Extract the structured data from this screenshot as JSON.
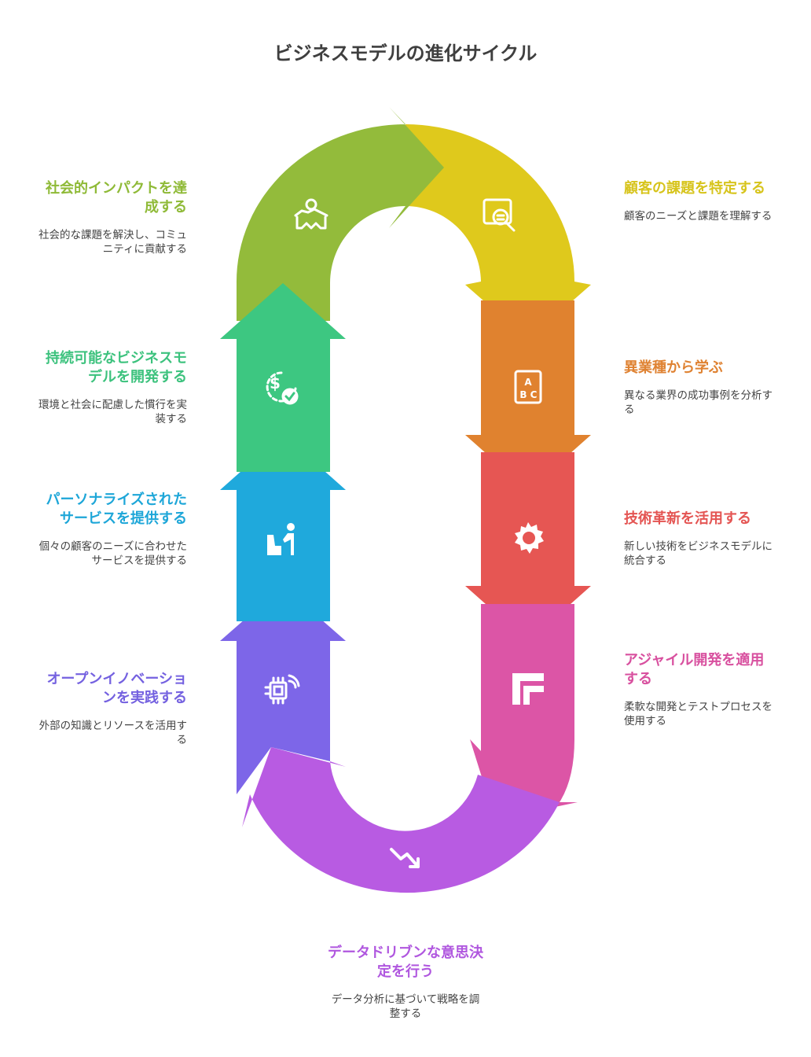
{
  "title": "ビジネスモデルの進化サイクル",
  "colors": {
    "green": "#93bb3b",
    "yellow": "#dfc91c",
    "orange": "#e0822f",
    "red": "#e65653",
    "pink": "#dc55a6",
    "purple": "#b85be2",
    "violet": "#7d66e8",
    "blue": "#1fa9dc",
    "teal": "#3dc781"
  },
  "steps": [
    {
      "id": "social",
      "title": "社会的インパクトを達成する",
      "desc": "社会的な課題を解決し、コミュニティに貢献する",
      "icon": "handshake-icon",
      "color": "#8fba37"
    },
    {
      "id": "customer",
      "title": "顧客の課題を特定する",
      "desc": "顧客のニーズと課題を理解する",
      "icon": "magnifier-icon",
      "color": "#d7c41c"
    },
    {
      "id": "industry",
      "title": "異業種から学ぶ",
      "desc": "異なる業界の成功事例を分析する",
      "icon": "abc-book-icon",
      "color": "#df8232"
    },
    {
      "id": "tech",
      "title": "技術革新を活用する",
      "desc": "新しい技術をビジネスモデルに統合する",
      "icon": "gear-icon",
      "color": "#e45553"
    },
    {
      "id": "agile",
      "title": "アジャイル開発を適用する",
      "desc": "柔軟な開発とテストプロセスを使用する",
      "icon": "blocks-icon",
      "color": "#d8509f"
    },
    {
      "id": "data",
      "title": "データドリブンな意思決定を行う",
      "desc": "データ分析に基づいて戦略を調整する",
      "icon": "trend-down-icon",
      "color": "#b057df"
    },
    {
      "id": "open",
      "title": "オープンイノベーションを実践する",
      "desc": "外部の知識とリソースを活用する",
      "icon": "chip-icon",
      "color": "#7461e0"
    },
    {
      "id": "personal",
      "title": "パーソナライズされたサービスを提供する",
      "desc": "個々の顧客のニーズに合わせたサービスを提供する",
      "icon": "person-seat-icon",
      "color": "#1da6d8"
    },
    {
      "id": "sustainable",
      "title": "持続可能なビジネスモデルを開発する",
      "desc": "環境と社会に配慮した慣行を実装する",
      "icon": "dollar-check-icon",
      "color": "#3cc27d"
    }
  ]
}
